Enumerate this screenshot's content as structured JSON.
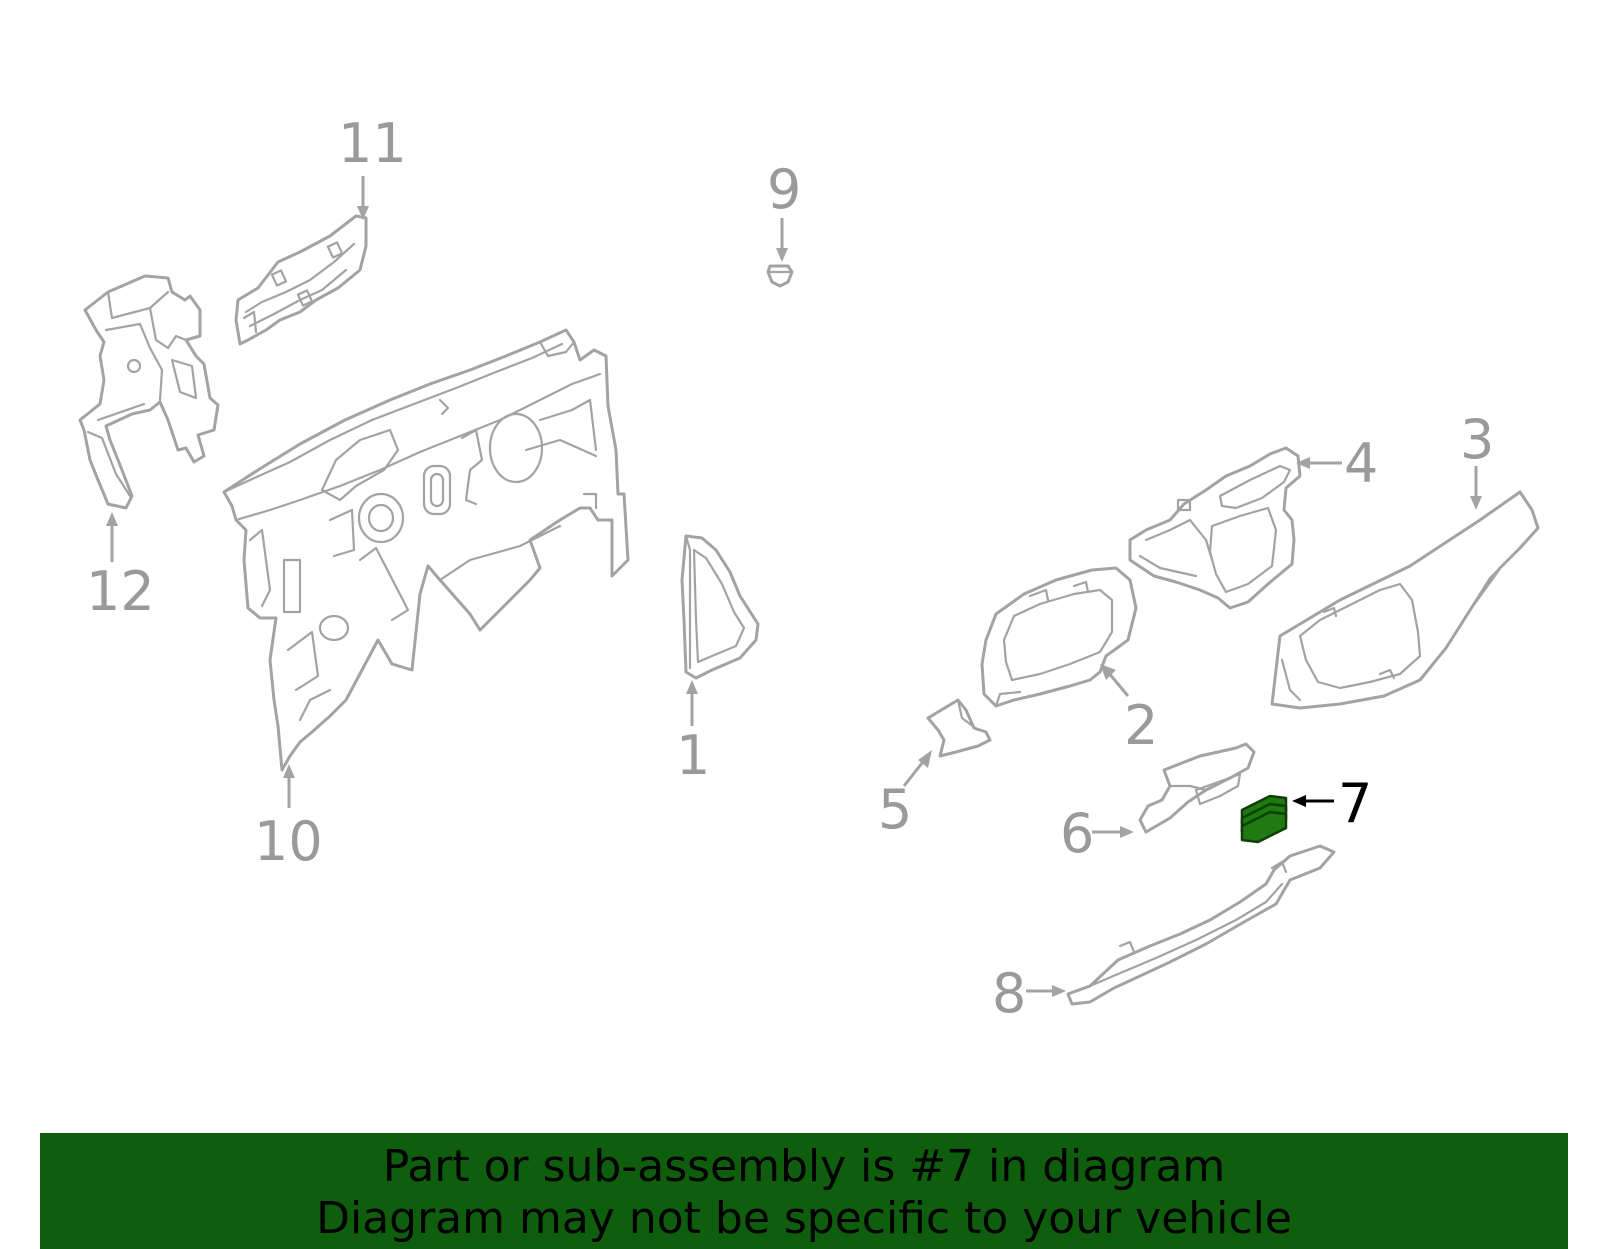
{
  "diagram": {
    "callouts": [
      {
        "id": "1",
        "label": "1"
      },
      {
        "id": "2",
        "label": "2"
      },
      {
        "id": "3",
        "label": "3"
      },
      {
        "id": "4",
        "label": "4"
      },
      {
        "id": "5",
        "label": "5"
      },
      {
        "id": "6",
        "label": "6"
      },
      {
        "id": "7",
        "label": "7"
      },
      {
        "id": "8",
        "label": "8"
      },
      {
        "id": "9",
        "label": "9"
      },
      {
        "id": "10",
        "label": "10"
      },
      {
        "id": "11",
        "label": "11"
      },
      {
        "id": "12",
        "label": "12"
      }
    ],
    "highlighted_part": "7",
    "colors": {
      "linework": "#a3a3a3",
      "highlight_part": "#1f7a12",
      "banner": "#0f5e0d",
      "highlight_label": "#000000"
    }
  },
  "banner": {
    "line1": "Part or sub-assembly is #7 in diagram",
    "line2": "Diagram may not be specific to your vehicle"
  }
}
